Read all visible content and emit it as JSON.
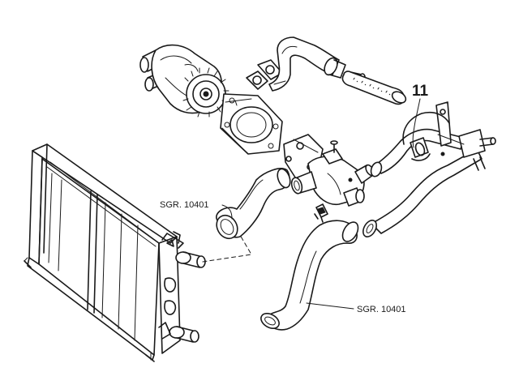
{
  "callouts": [
    {
      "text": "SGR. 10401"
    },
    {
      "text": "SGR. 10401"
    }
  ],
  "part_number": "11"
}
